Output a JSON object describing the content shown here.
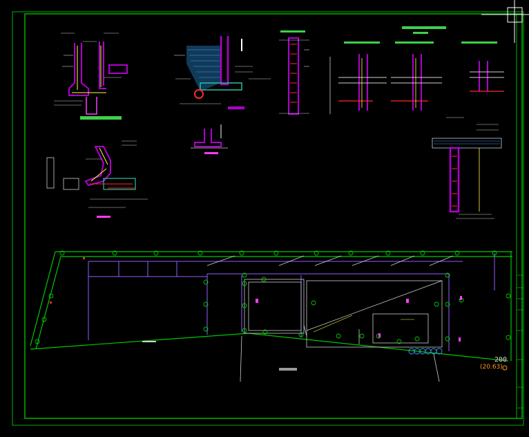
{
  "viewer": {
    "cursor": "crosshair-cursor"
  },
  "drawing": {
    "sheet_border_color": "#00b400",
    "accent_colors": {
      "section": "#b000d0",
      "wall": "#ff3cff",
      "grid": "#00c800",
      "line": "#cfcfcf",
      "rebar": "#ff2a2a",
      "note": "#ffff40",
      "dim": "#40a0ff"
    },
    "level_value": "(20.63)",
    "level_partial": "200"
  }
}
